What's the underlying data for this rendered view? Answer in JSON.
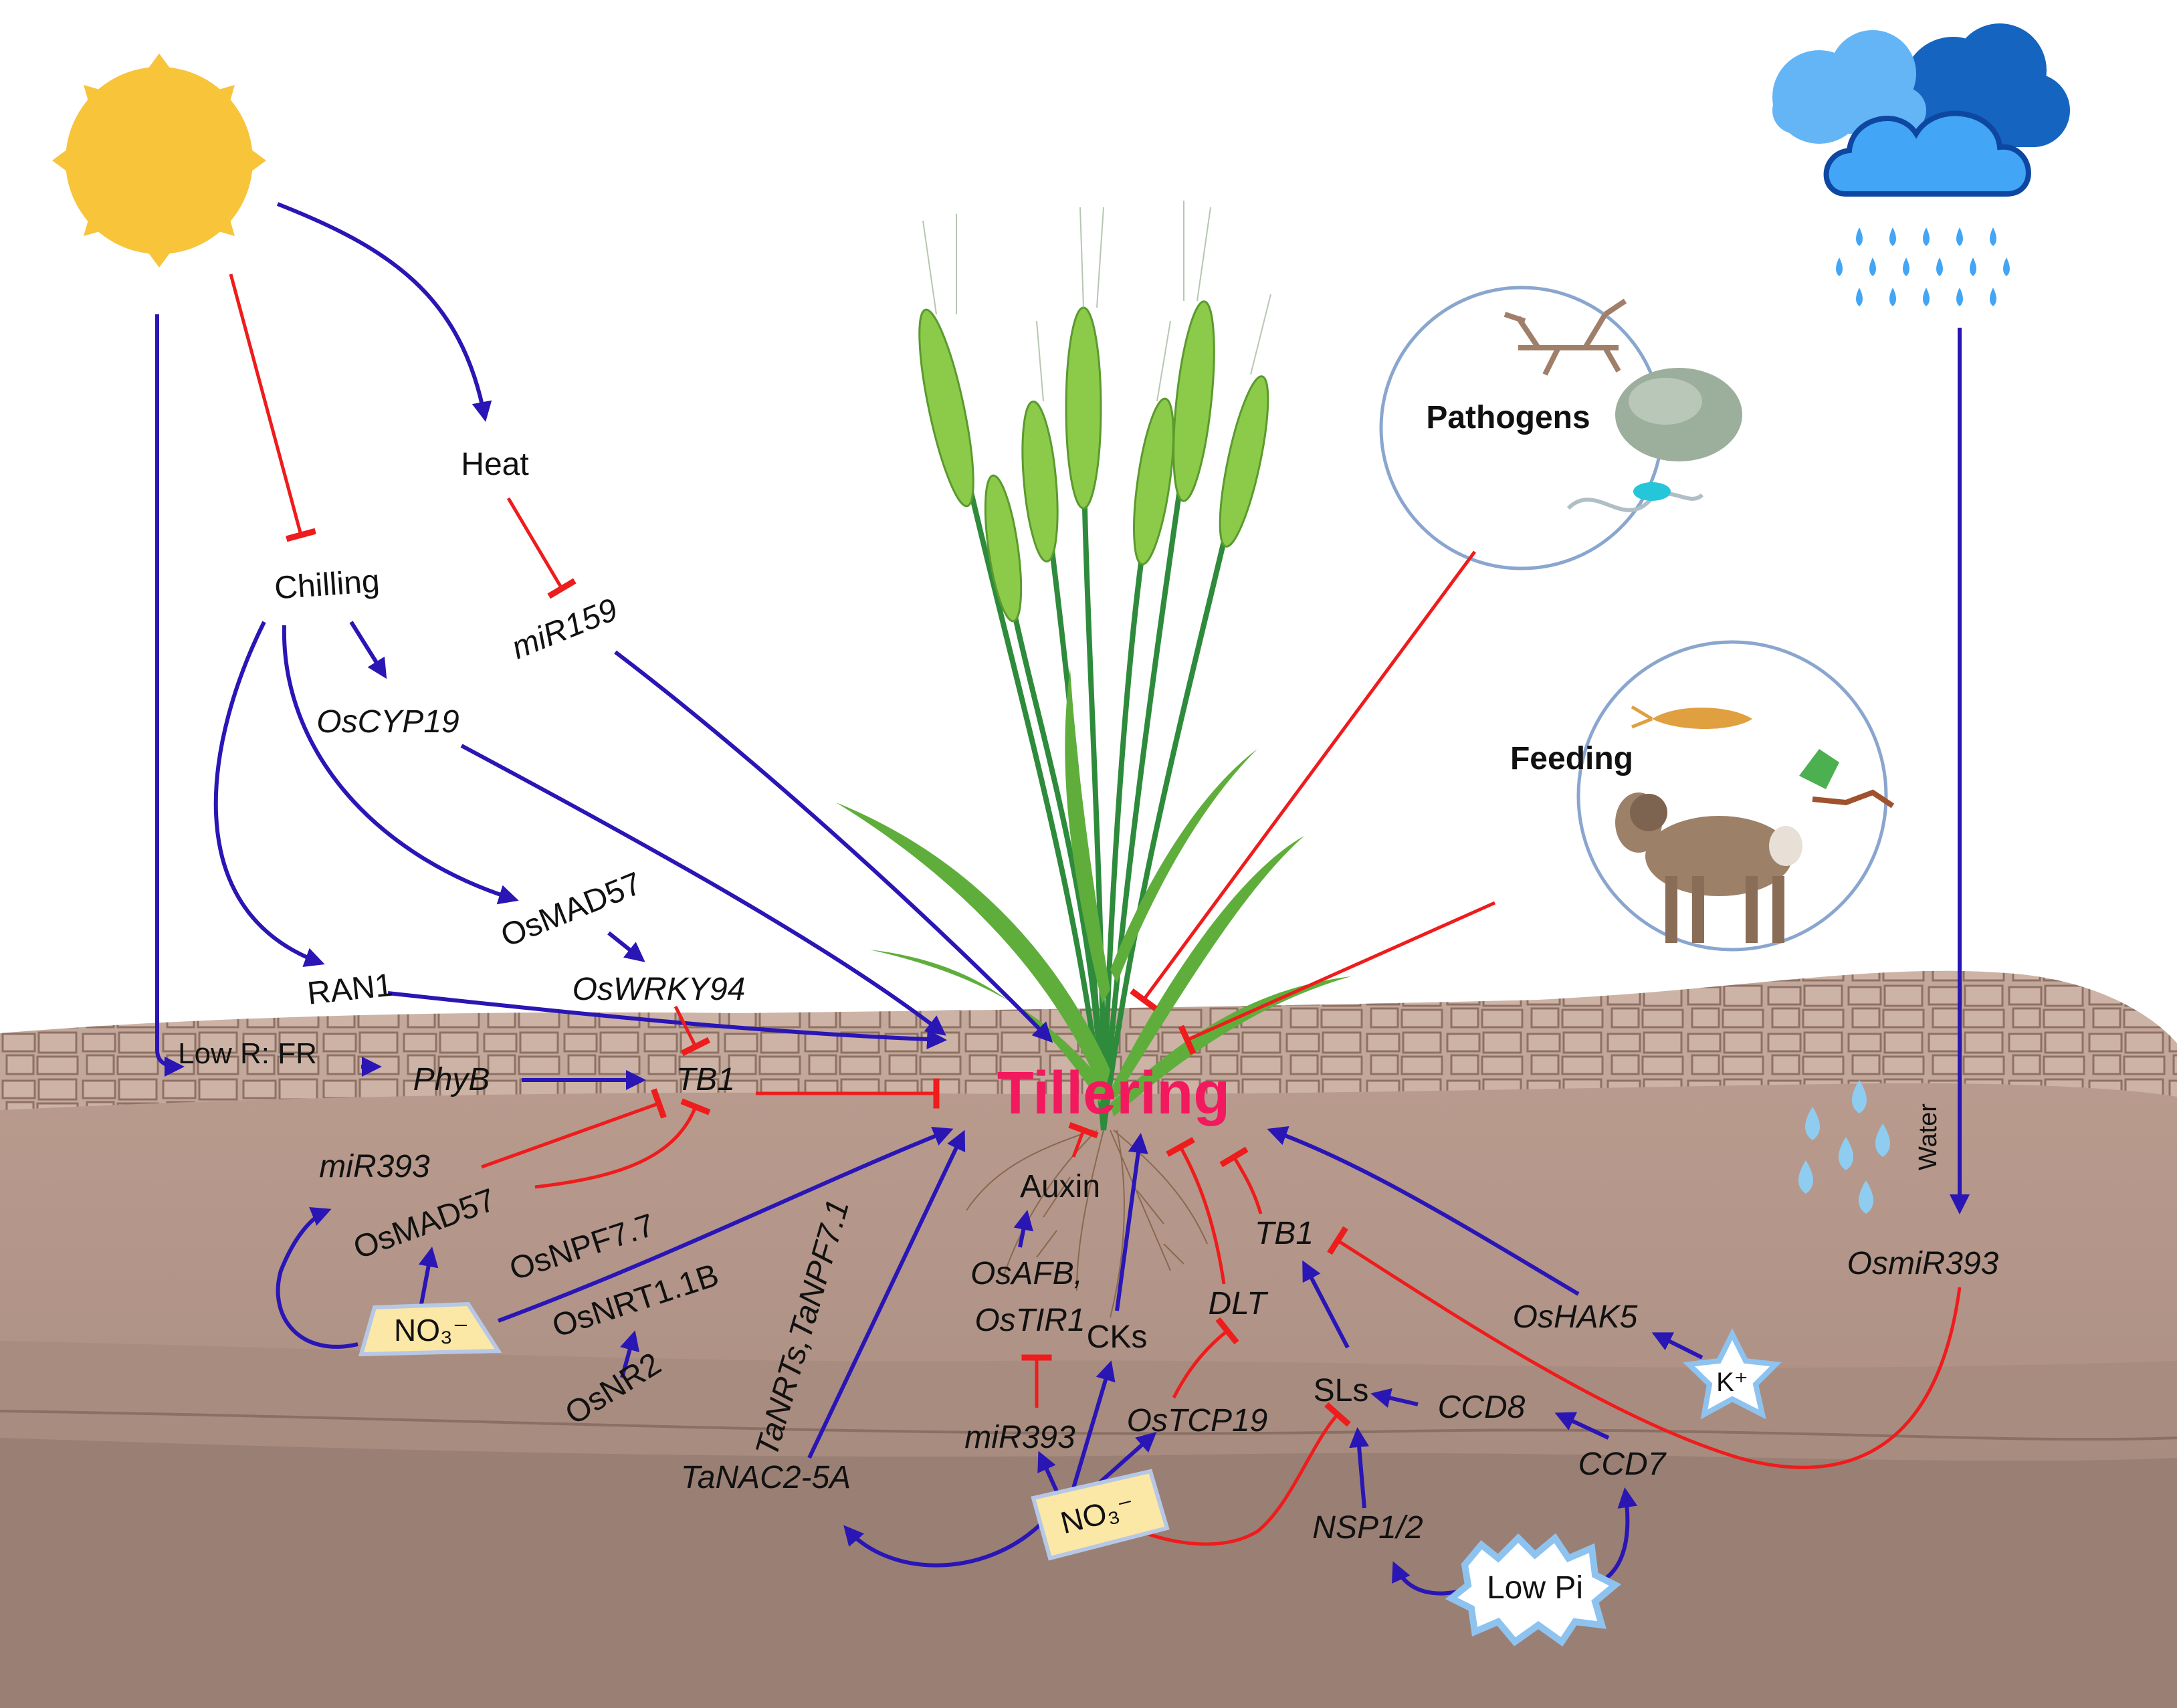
{
  "labels": {
    "heat": "Heat",
    "chilling": "Chilling",
    "mir159": "miR159",
    "oscyp19": "OsCYP19",
    "osmad57_top": "OsMAD57",
    "oswrky94": "OsWRKY94",
    "ran1": "RAN1",
    "low_rfr": "Low R: FR",
    "phyb": "PhyB",
    "tb1_left": "TB1",
    "tillering": "Tillering",
    "mir393_left": "miR393",
    "osmad57_bottom": "OsMAD57",
    "osnpf77": "OsNPF7.7",
    "osnrt11b": "OsNRT1.1B",
    "osnr2": "OsNR2",
    "no3_left": "NO₃⁻",
    "tanrts": "TaNRTs,TaNPF7.1",
    "tanac": "TaNAC2-5A",
    "auxin": "Auxin",
    "osafb": "OsAFB,",
    "ostir1": "OsTIR1",
    "cks": "CKs",
    "mir393_center": "miR393",
    "ostcp19": "OsTCP19",
    "no3_center": "NO₃⁻",
    "dlt": "DLT",
    "tb1_right": "TB1",
    "sls": "SLs",
    "ccd8": "CCD8",
    "ccd7": "CCD7",
    "nsp12": "NSP1/2",
    "low_pi": "Low Pi",
    "oshak5": "OsHAK5",
    "kplus": "K⁺",
    "osmir393": "OsmiR393",
    "water": "Water",
    "pathogens": "Pathogens",
    "feeding": "Feeding"
  },
  "colors": {
    "activation": "#2a15b5",
    "inhibition": "#ee1c1c",
    "tillering": "#f2195e",
    "sun": "#f7c43a",
    "soil_top": "#b6978a",
    "soil_mid": "#a88a7e",
    "soil_deep": "#9a7f74",
    "nutrient_fill": "#fbe7a6"
  },
  "icons": {
    "sun": "sun-icon",
    "cloud": "rain-cloud-icon",
    "plant": "wheat-plant-icon",
    "pathogens": "pathogen-icons",
    "feeding": "herbivore-icons"
  }
}
